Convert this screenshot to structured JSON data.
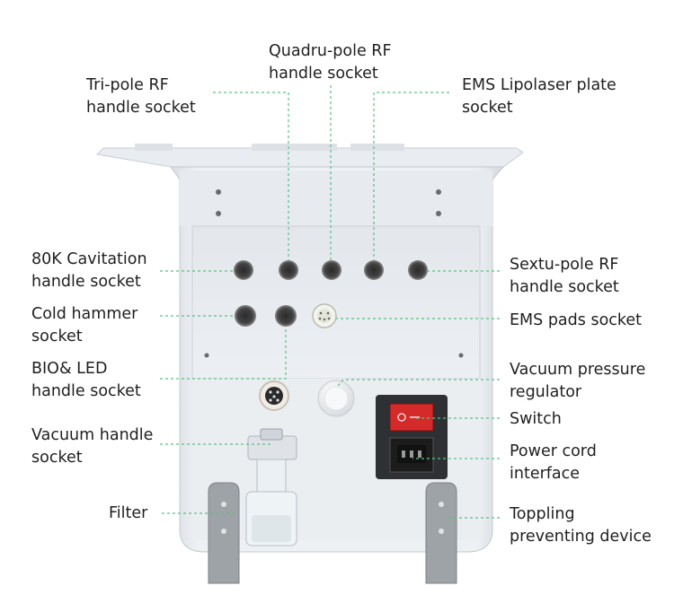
{
  "labels": {
    "tri_pole": "Tri-pole RF\nhandle socket",
    "quadru_pole": "Quadru-pole RF\nhandle socket",
    "ems_lipolaser": "EMS Lipolaser plate\nsocket",
    "cavitation": "80K Cavitation\nhandle socket",
    "cold_hammer": "Cold hammer\nsocket",
    "bio_led": "BIO& LED\nhandle socket",
    "vacuum_handle": "Vacuum handle\nsocket",
    "filter": "Filter",
    "sextu_pole": "Sextu-pole RF\nhandle socket",
    "ems_pads": "EMS pads socket",
    "vacuum_regulator": "Vacuum pressure\nregulator",
    "switch": "Switch",
    "power_cord": "Power cord\ninterface",
    "toppling": "Toppling\npreventing device"
  },
  "colors": {
    "leader_line": "#5cc081",
    "switch_red": "#d42a2a",
    "panel": "#e6e9ee",
    "shell": "#f1f3f6"
  }
}
